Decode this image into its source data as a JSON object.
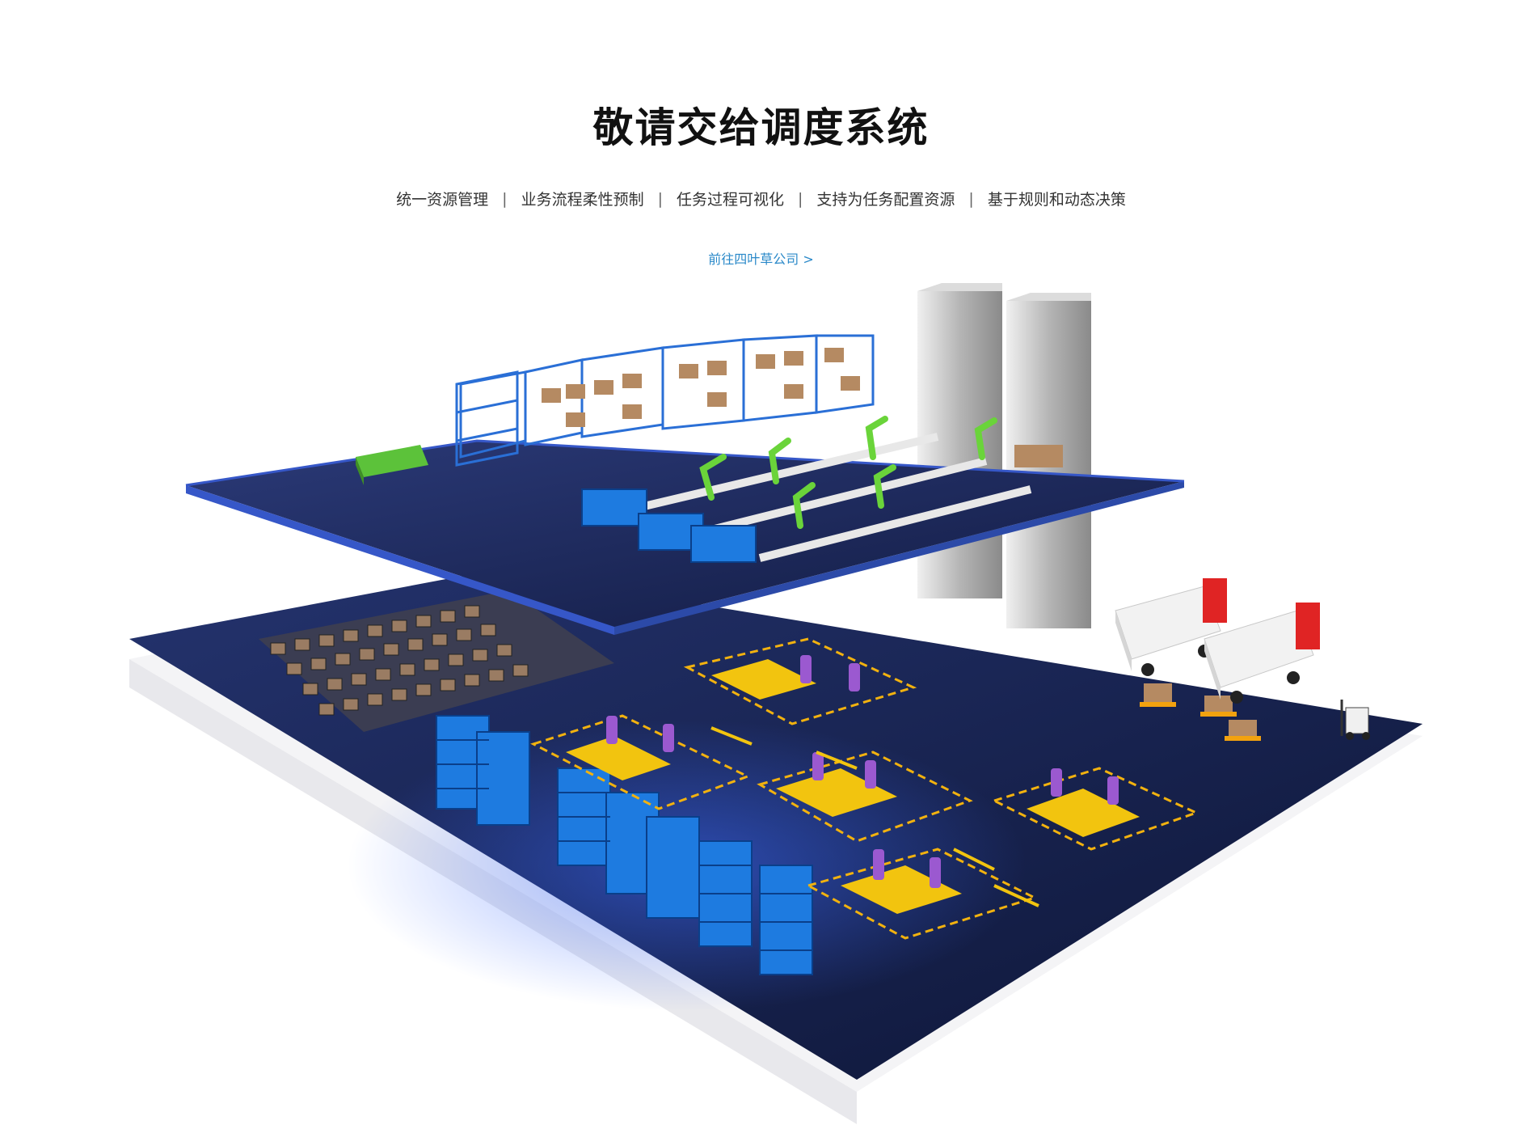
{
  "header": {
    "title": "敬请交给调度系统",
    "features": [
      "统一资源管理",
      "业务流程柔性预制",
      "任务过程可视化",
      "支持为任务配置资源",
      "基于规则和动态决策"
    ],
    "separator": "|",
    "link_label": "前往四叶草公司 >"
  },
  "colors": {
    "title": "#111111",
    "link": "#2a89c9",
    "floor": "#1a2550",
    "floor_edge": "#3657c8",
    "shelf": "#1e7be0",
    "robot_arm": "#6ad43a",
    "worker": "#9b59d0",
    "table": "#f2c40f",
    "truck_cab": "#e02424"
  },
  "illustration": {
    "icons": [
      "warehouse-floor",
      "storage-rack",
      "robot-arm",
      "worker",
      "workbench",
      "truck",
      "tower",
      "forklift"
    ]
  }
}
